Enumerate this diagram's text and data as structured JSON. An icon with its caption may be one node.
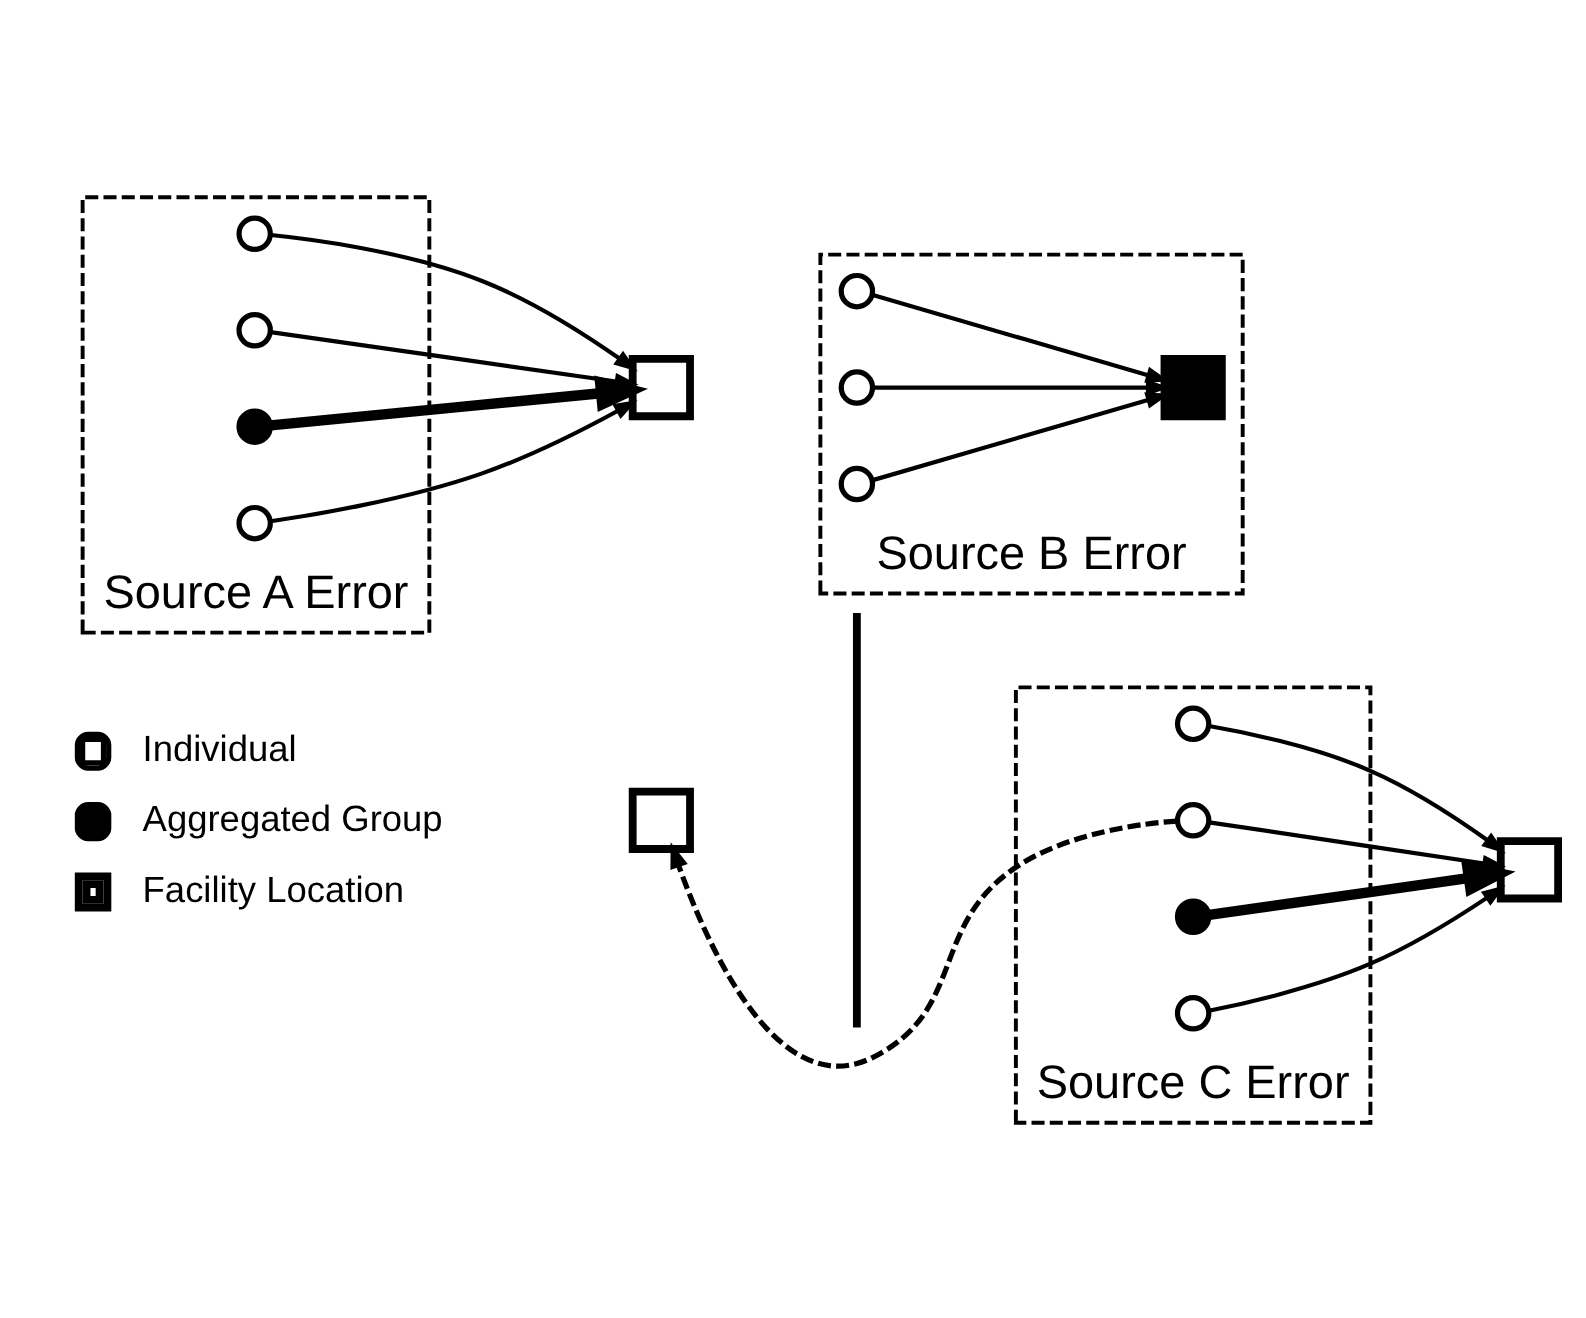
{
  "diagram": {
    "nodes": [
      {
        "text": [
          "Source A Error"
        ]
      },
      {
        "text": [],
        "shape": "circle",
        "in": 0
      },
      {
        "text": [],
        "shape": "circle",
        "in": 0
      },
      {
        "text": [],
        "shape": "circle",
        "in": 0
      },
      {
        "text": [],
        "shape": "circle",
        "in": 0
      },
      {
        "text": [],
        "shape": "box"
      },
      {
        "text": [
          "Source B Error"
        ]
      },
      {
        "text": [],
        "shape": "circle",
        "in": 6
      },
      {
        "text": [],
        "shape": "circle",
        "in": 6
      },
      {
        "text": [],
        "shape": "box",
        "in": 6
      },
      {
        "text": [],
        "shape": "circle",
        "in": 6
      },
      {
        "text": [
          "Source C Error"
        ]
      },
      {
        "text": [],
        "shape": "box"
      },
      {
        "text": [],
        "shape": "circle",
        "in": 11
      },
      {
        "text": [],
        "shape": "circle",
        "in": 11
      },
      {
        "text": [],
        "shape": "circle",
        "in": 11
      },
      {
        "text": [],
        "shape": "circle",
        "in": 11
      },
      {
        "text": [],
        "shape": "box"
      },
      {
        "text": [],
        "shape": "bar"
      }
    ],
    "edges": [
      {
        "from": 1,
        "to": 5,
        "arrow": "to"
      },
      {
        "from": 2,
        "to": 5,
        "arrow": "to"
      },
      {
        "from": 3,
        "to": 5,
        "arrow": "to",
        "style": "thick"
      },
      {
        "from": 4,
        "to": 5,
        "arrow": "to"
      },
      {
        "from": 7,
        "to": 9,
        "arrow": "to"
      },
      {
        "from": 8,
        "to": 9,
        "arrow": "to"
      },
      {
        "from": 10,
        "to": 9,
        "arrow": "to"
      },
      {
        "from": 13,
        "to": 17,
        "arrow": "to"
      },
      {
        "from": 14,
        "to": 17,
        "arrow": "to"
      },
      {
        "from": 15,
        "to": 17,
        "arrow": "to",
        "style": "thick"
      },
      {
        "from": 16,
        "to": 17,
        "arrow": "to"
      },
      {
        "from": 14,
        "to": 12,
        "arrow": "to",
        "style": "dashed"
      }
    ],
    "legend": [
      {
        "text": "Individual"
      },
      {
        "text": "Aggregated Group"
      },
      {
        "text": "Facility Location"
      }
    ]
  }
}
